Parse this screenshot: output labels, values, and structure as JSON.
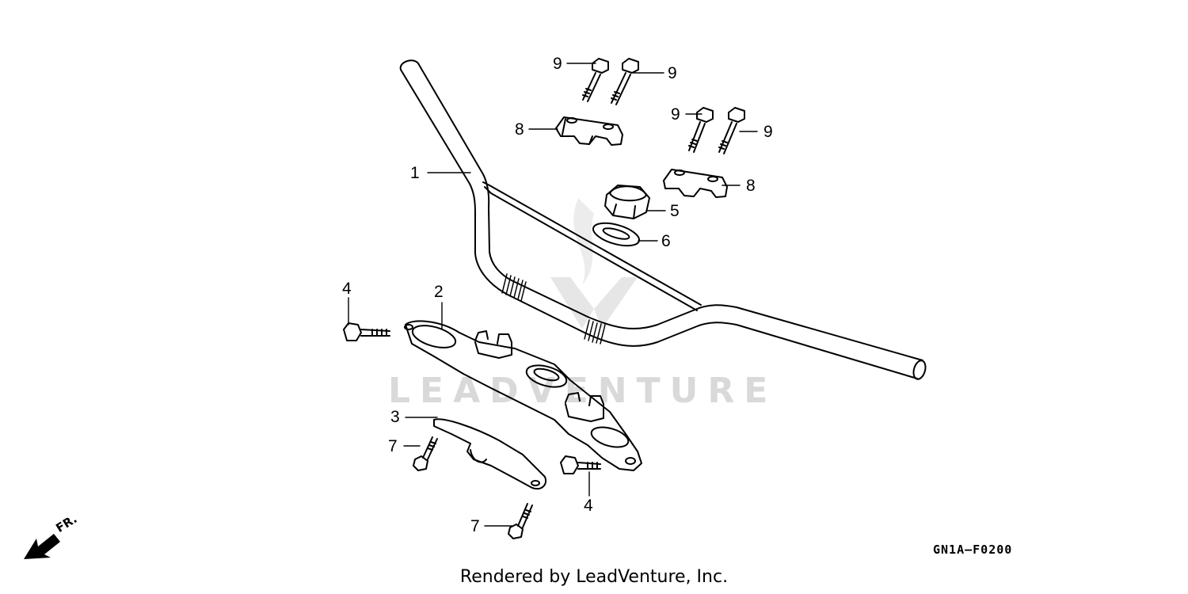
{
  "watermark": "LEADVENTURE",
  "diagram_code": "GN1A–F0200",
  "footer": "Rendered by LeadVenture, Inc.",
  "direction_label": "FR.",
  "callouts": {
    "c1": "1",
    "c2": "2",
    "c3": "3",
    "c4a": "4",
    "c4b": "4",
    "c5": "5",
    "c6": "6",
    "c7a": "7",
    "c7b": "7",
    "c8a": "8",
    "c8b": "8",
    "c9a": "9",
    "c9b": "9",
    "c9c": "9",
    "c9d": "9"
  }
}
